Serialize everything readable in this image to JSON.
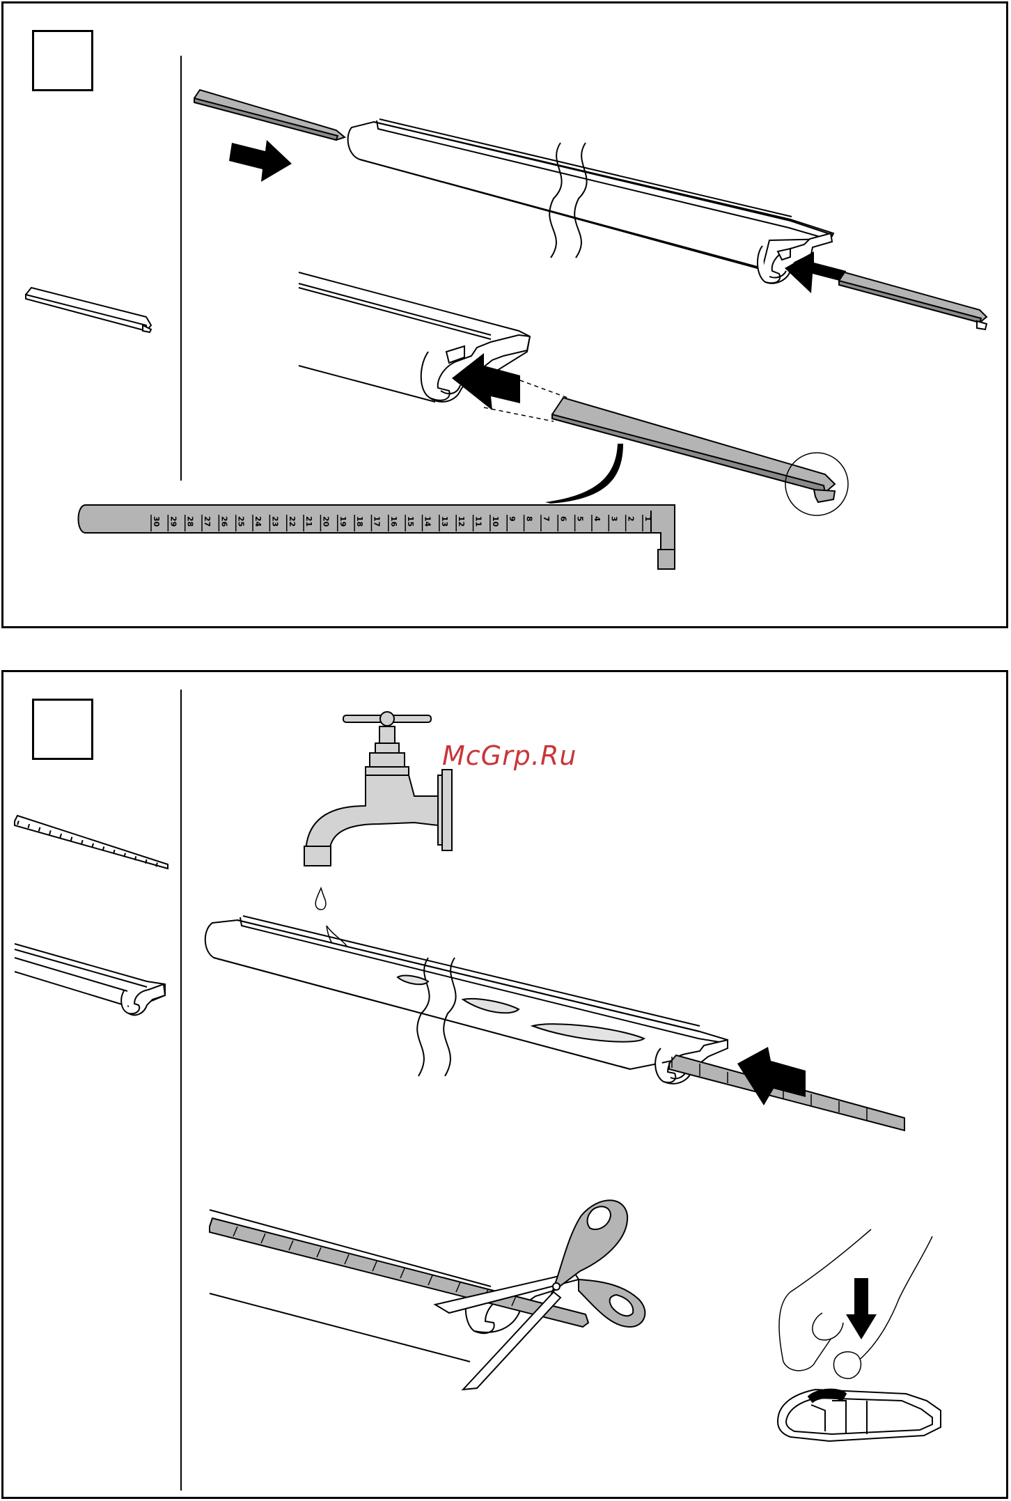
{
  "step1": {
    "number": ""
  },
  "step2": {
    "number": ""
  },
  "watermark": {
    "text": "McGrp.Ru",
    "color": "#c8363a"
  },
  "ruler": {
    "ticks": [
      "30",
      "29",
      "28",
      "27",
      "26",
      "25",
      "24",
      "23",
      "22",
      "21",
      "20",
      "19",
      "18",
      "17",
      "16",
      "15",
      "14",
      "13",
      "12",
      "11",
      "10",
      "9",
      "8",
      "7",
      "6",
      "5",
      "4",
      "3",
      "2",
      "1"
    ]
  },
  "colors": {
    "part_fill": "#b4b4b4",
    "line": "#000000",
    "background": "#ffffff"
  },
  "icons": [
    "arrow-right-icon",
    "arrow-left-icon",
    "arrow-down-icon",
    "faucet-icon",
    "scissors-icon",
    "hand-icon",
    "water-drop-icon",
    "magnifier-circle-icon"
  ]
}
